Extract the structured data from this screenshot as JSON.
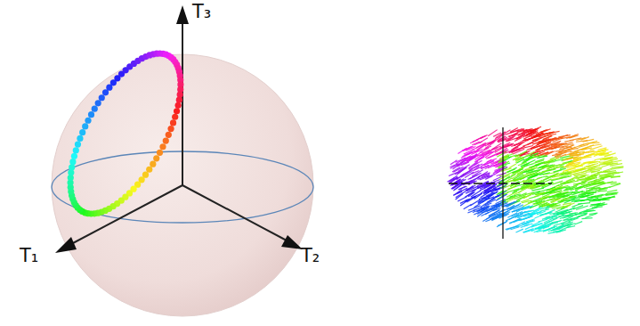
{
  "diagram": {
    "labels": [
      "T₃",
      "T₁",
      "T₂"
    ]
  }
}
